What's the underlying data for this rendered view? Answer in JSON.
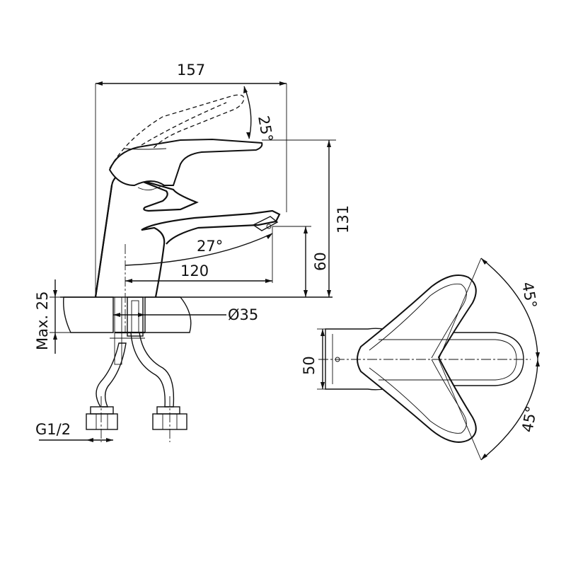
{
  "dimensions": {
    "overall_length": "157",
    "lever_angle": "25°",
    "overall_height": "131",
    "spout_angle": "27°",
    "spout_reach": "120",
    "spout_height": "60",
    "max_thickness": "Max. 25",
    "hole_diameter": "Ø35",
    "connection": "G1/2",
    "body_width": "50",
    "rotation_upper": "45°",
    "rotation_lower": "45°"
  }
}
